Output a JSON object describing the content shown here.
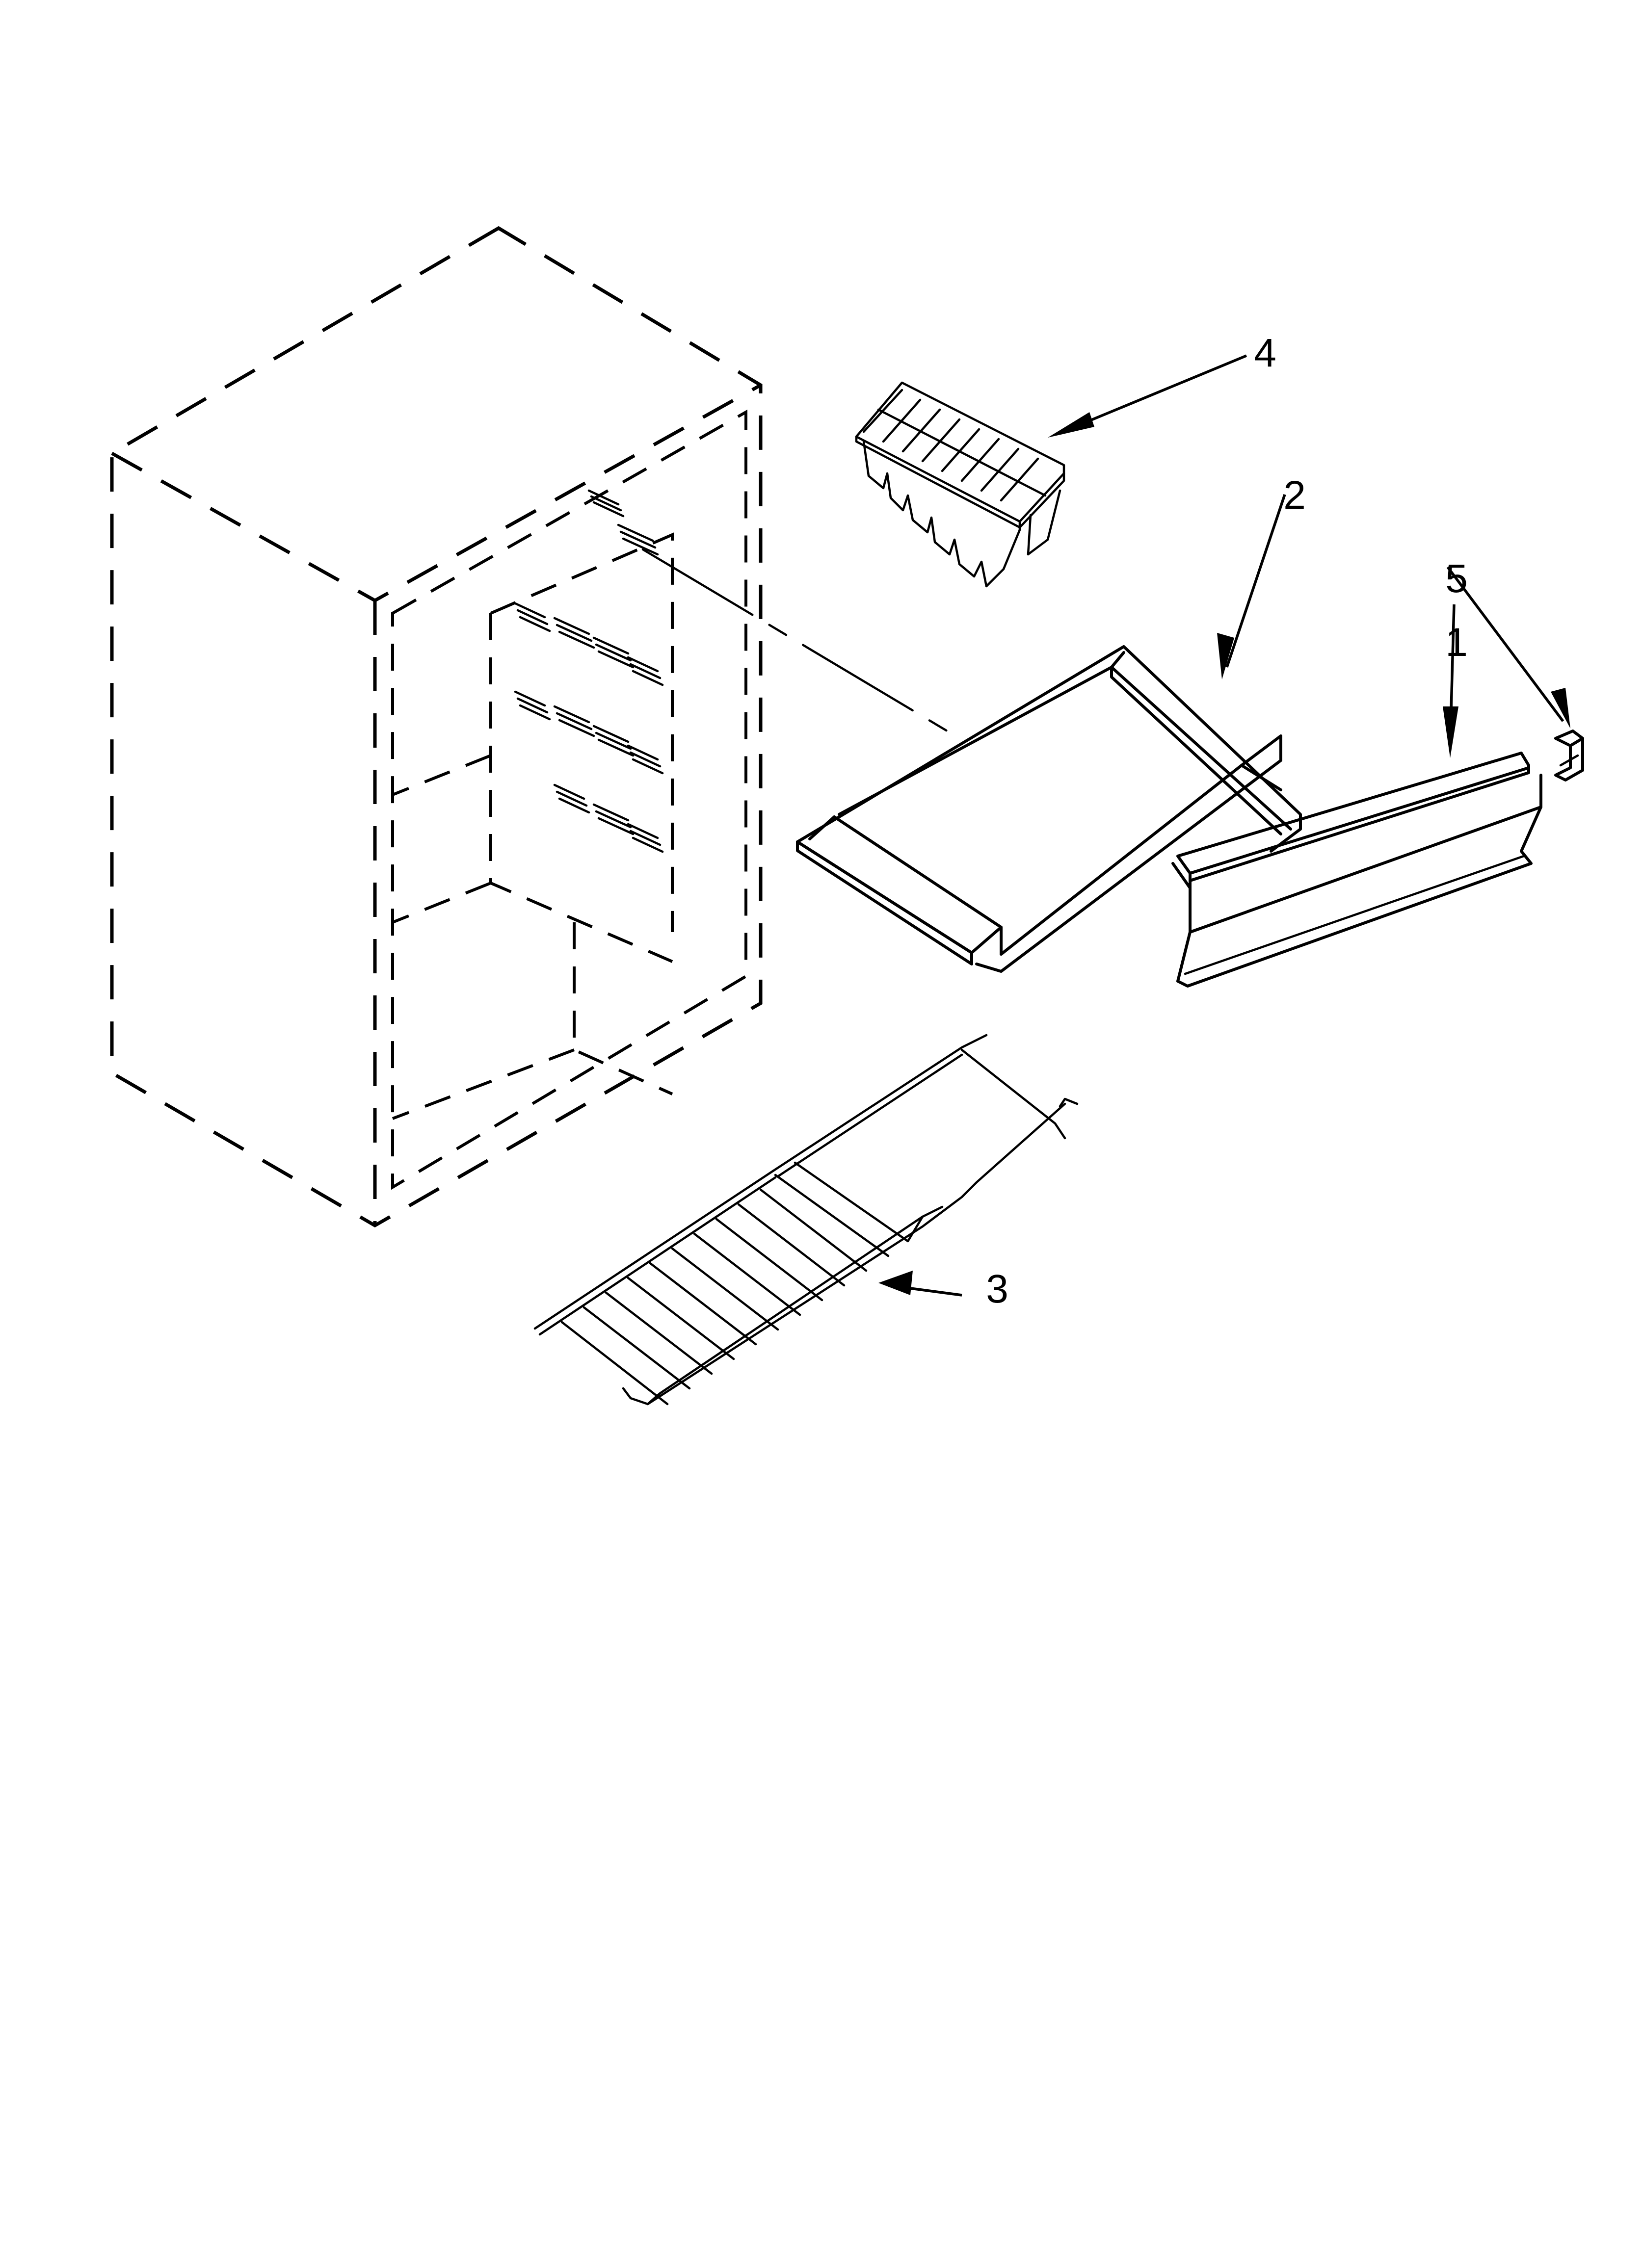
{
  "diagram": {
    "type": "exploded-parts-diagram",
    "background": "#ffffff",
    "line_color": "#000000",
    "reference_outline": "cabinet (dashed, reference only)",
    "callouts": [
      {
        "id": "1",
        "label": "1",
        "part": "toe-grille-panel"
      },
      {
        "id": "2",
        "label": "2",
        "part": "freezer-drawer-tray"
      },
      {
        "id": "3",
        "label": "3",
        "part": "wire-shelf"
      },
      {
        "id": "4",
        "label": "4",
        "part": "ice-cube-tray"
      },
      {
        "id": "5",
        "label": "5",
        "part": "end-cap-clip"
      }
    ]
  }
}
